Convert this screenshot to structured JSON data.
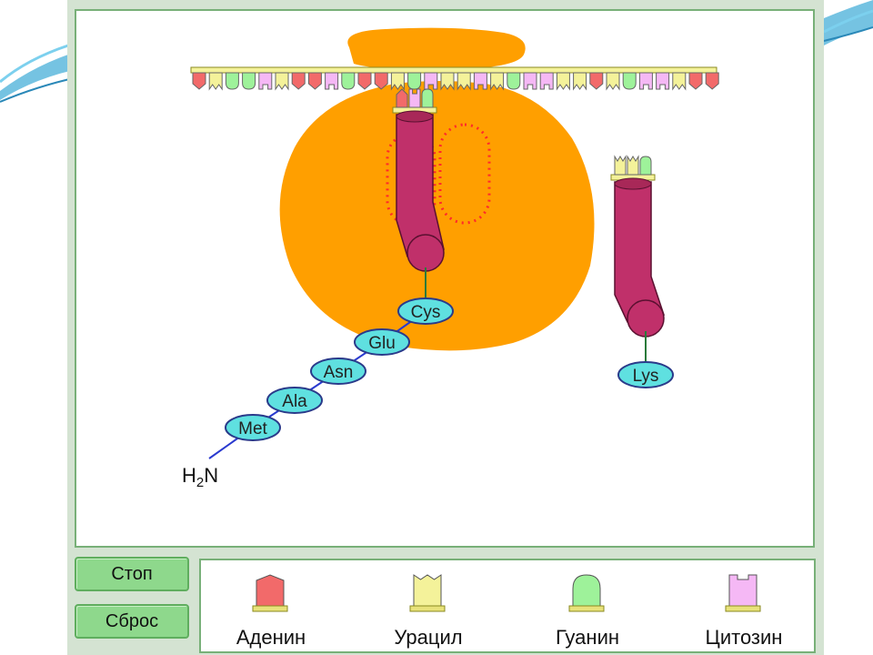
{
  "controls": {
    "stop_label": "Стоп",
    "reset_label": "Сброс"
  },
  "legend": [
    {
      "label": "Аденин",
      "color": "#f26a6a",
      "icon": "adenine-icon"
    },
    {
      "label": "Урацил",
      "color": "#f4f29a",
      "icon": "uracil-icon"
    },
    {
      "label": "Гуанин",
      "color": "#9ef29a",
      "icon": "guanine-icon"
    },
    {
      "label": "Цитозин",
      "color": "#f5b8f5",
      "icon": "cytosine-icon"
    }
  ],
  "peptide": {
    "terminus": "H2N",
    "chain": [
      "Met",
      "Ala",
      "Asn",
      "Glu",
      "Cys"
    ],
    "incoming": "Lys"
  },
  "colors": {
    "ribosome": "#ff9f00",
    "trna": "#c0306a",
    "amino_acid": "#5fe0e0",
    "adenine": "#f26a6a",
    "uracil": "#f4f29a",
    "guanine": "#9ef29a",
    "cytosine": "#f5b8f5"
  },
  "mrna_sequence": [
    "A",
    "U",
    "G",
    "G",
    "C",
    "U",
    "A",
    "A",
    "C",
    "G",
    "A",
    "A",
    "U",
    "G",
    "C",
    "U",
    "U",
    "C",
    "U",
    "G",
    "C",
    "C",
    "U",
    "U",
    "A",
    "U",
    "G",
    "C",
    "C",
    "U",
    "A",
    "A"
  ],
  "codon_anticodon": [
    "A",
    "C",
    "G"
  ],
  "incoming_anticodon": [
    "U",
    "U",
    "G"
  ]
}
